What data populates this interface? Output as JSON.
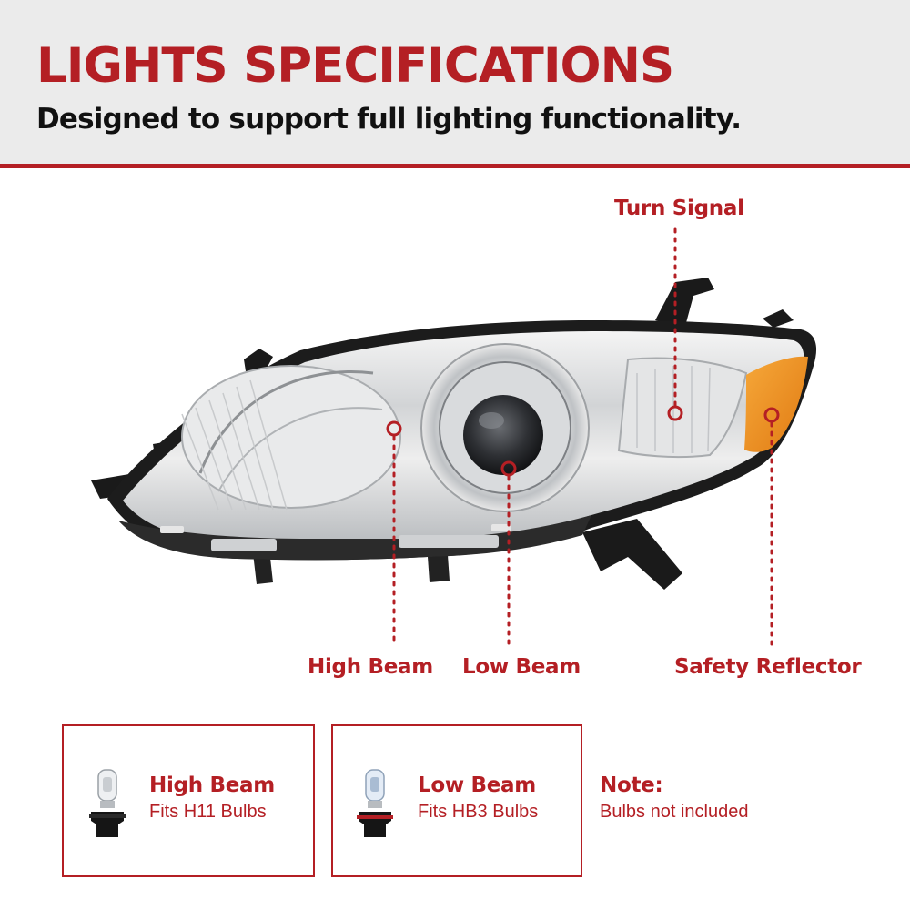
{
  "header": {
    "title": "LIGHTS SPECIFICATIONS",
    "subtitle": "Designed to support full lighting functionality."
  },
  "callouts": {
    "turn_signal": "Turn Signal",
    "high_beam": "High Beam",
    "low_beam": "Low Beam",
    "safety_reflector": "Safety Reflector"
  },
  "bulb_info": {
    "high_beam": {
      "title": "High Beam",
      "text": "Fits H11 Bulbs"
    },
    "low_beam": {
      "title": "Low Beam",
      "text": "Fits HB3 Bulbs"
    },
    "note": {
      "title": "Note:",
      "text": "Bulbs not included"
    }
  },
  "colors": {
    "accent": "#b41f24",
    "header_background": "#ebebeb",
    "amber_lens": "#f08a1c"
  },
  "icons": [
    "headlight-assembly-image",
    "h11-bulb-icon",
    "hb3-bulb-icon"
  ]
}
